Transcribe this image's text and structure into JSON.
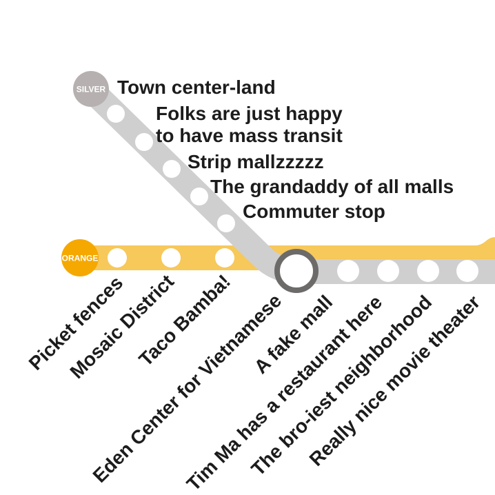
{
  "lines": {
    "silver": {
      "badge": "SILVER",
      "color": "#cfcfcf",
      "badge_color": "#b6b0b0",
      "stops": [
        "Town center-land",
        "Folks are just happy\nto have mass transit",
        "Strip mallzzzzz",
        "The grandaddy of all malls",
        "Commuter stop"
      ]
    },
    "orange": {
      "badge": "ORANGE",
      "color": "#f7c85a",
      "badge_color": "#f5a800",
      "stops": [
        "Picket fences",
        "Mosaic District",
        "Taco Bamba!"
      ]
    },
    "shared": {
      "transfer_stop": "Eden Center for Vietnamese",
      "stops": [
        "A fake mall",
        "Tim Ma has a restaurant here",
        "The bro-iest neighborhood",
        "Really nice movie theater"
      ]
    }
  },
  "colors": {
    "station_fill": "#ffffff",
    "transfer_ring": "#6d6a6a",
    "text": "#1c1c1c"
  }
}
